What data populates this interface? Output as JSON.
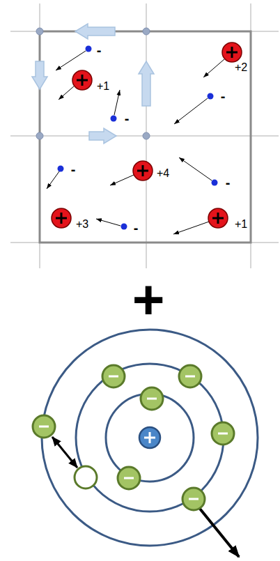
{
  "diagram": {
    "labels": [
      "-",
      "+2",
      "+1",
      "-",
      "-",
      "-",
      "+4",
      "-",
      "+3",
      "-",
      "+1",
      "+"
    ]
  }
}
